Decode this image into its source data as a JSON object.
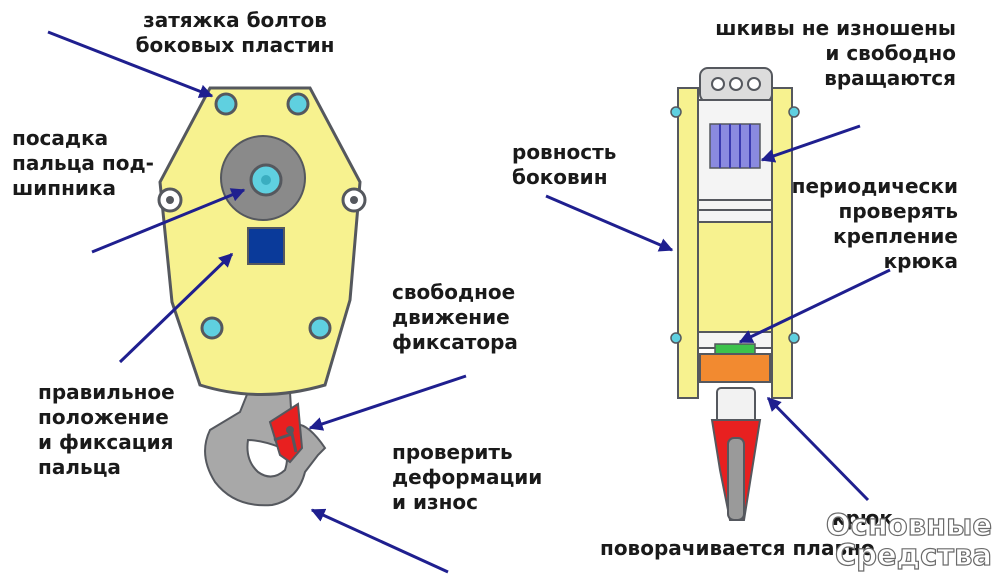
{
  "labels": {
    "side_plate_bolts": "затяжка болтов\nбоковых пластин",
    "bearing_pin": "посадка\nпальца под-\nшипника",
    "pin_position": "правильное\nположение\nи фиксация\nпальца",
    "latch_movement": "свободное\nдвижение\nфиксатора",
    "check_deformation": "проверить\nдеформации\nи износ",
    "sheaves_wear": "шкивы не изношены\nи свободно\nвращаются",
    "side_evenness": "ровность\nбоковин",
    "hook_mount": "периодически\nпроверять\nкрепление\nкрюка",
    "hook_rotates_1": "крюк",
    "hook_rotates_2": "поворачивается плавно"
  },
  "watermark": {
    "line1": "Основные",
    "line2": "Средства"
  },
  "colors": {
    "block_body": "#f7f28f",
    "outline": "#55585e",
    "arrow": "#1f1f8f",
    "bolt": "#5fd0e0",
    "hook": "#a8a8a8",
    "latch": "#e82020",
    "sheave": "#8a8ae0",
    "collar": "#f28a30",
    "pad": "#3cc24c",
    "pin_square": "#0a3a9a"
  }
}
